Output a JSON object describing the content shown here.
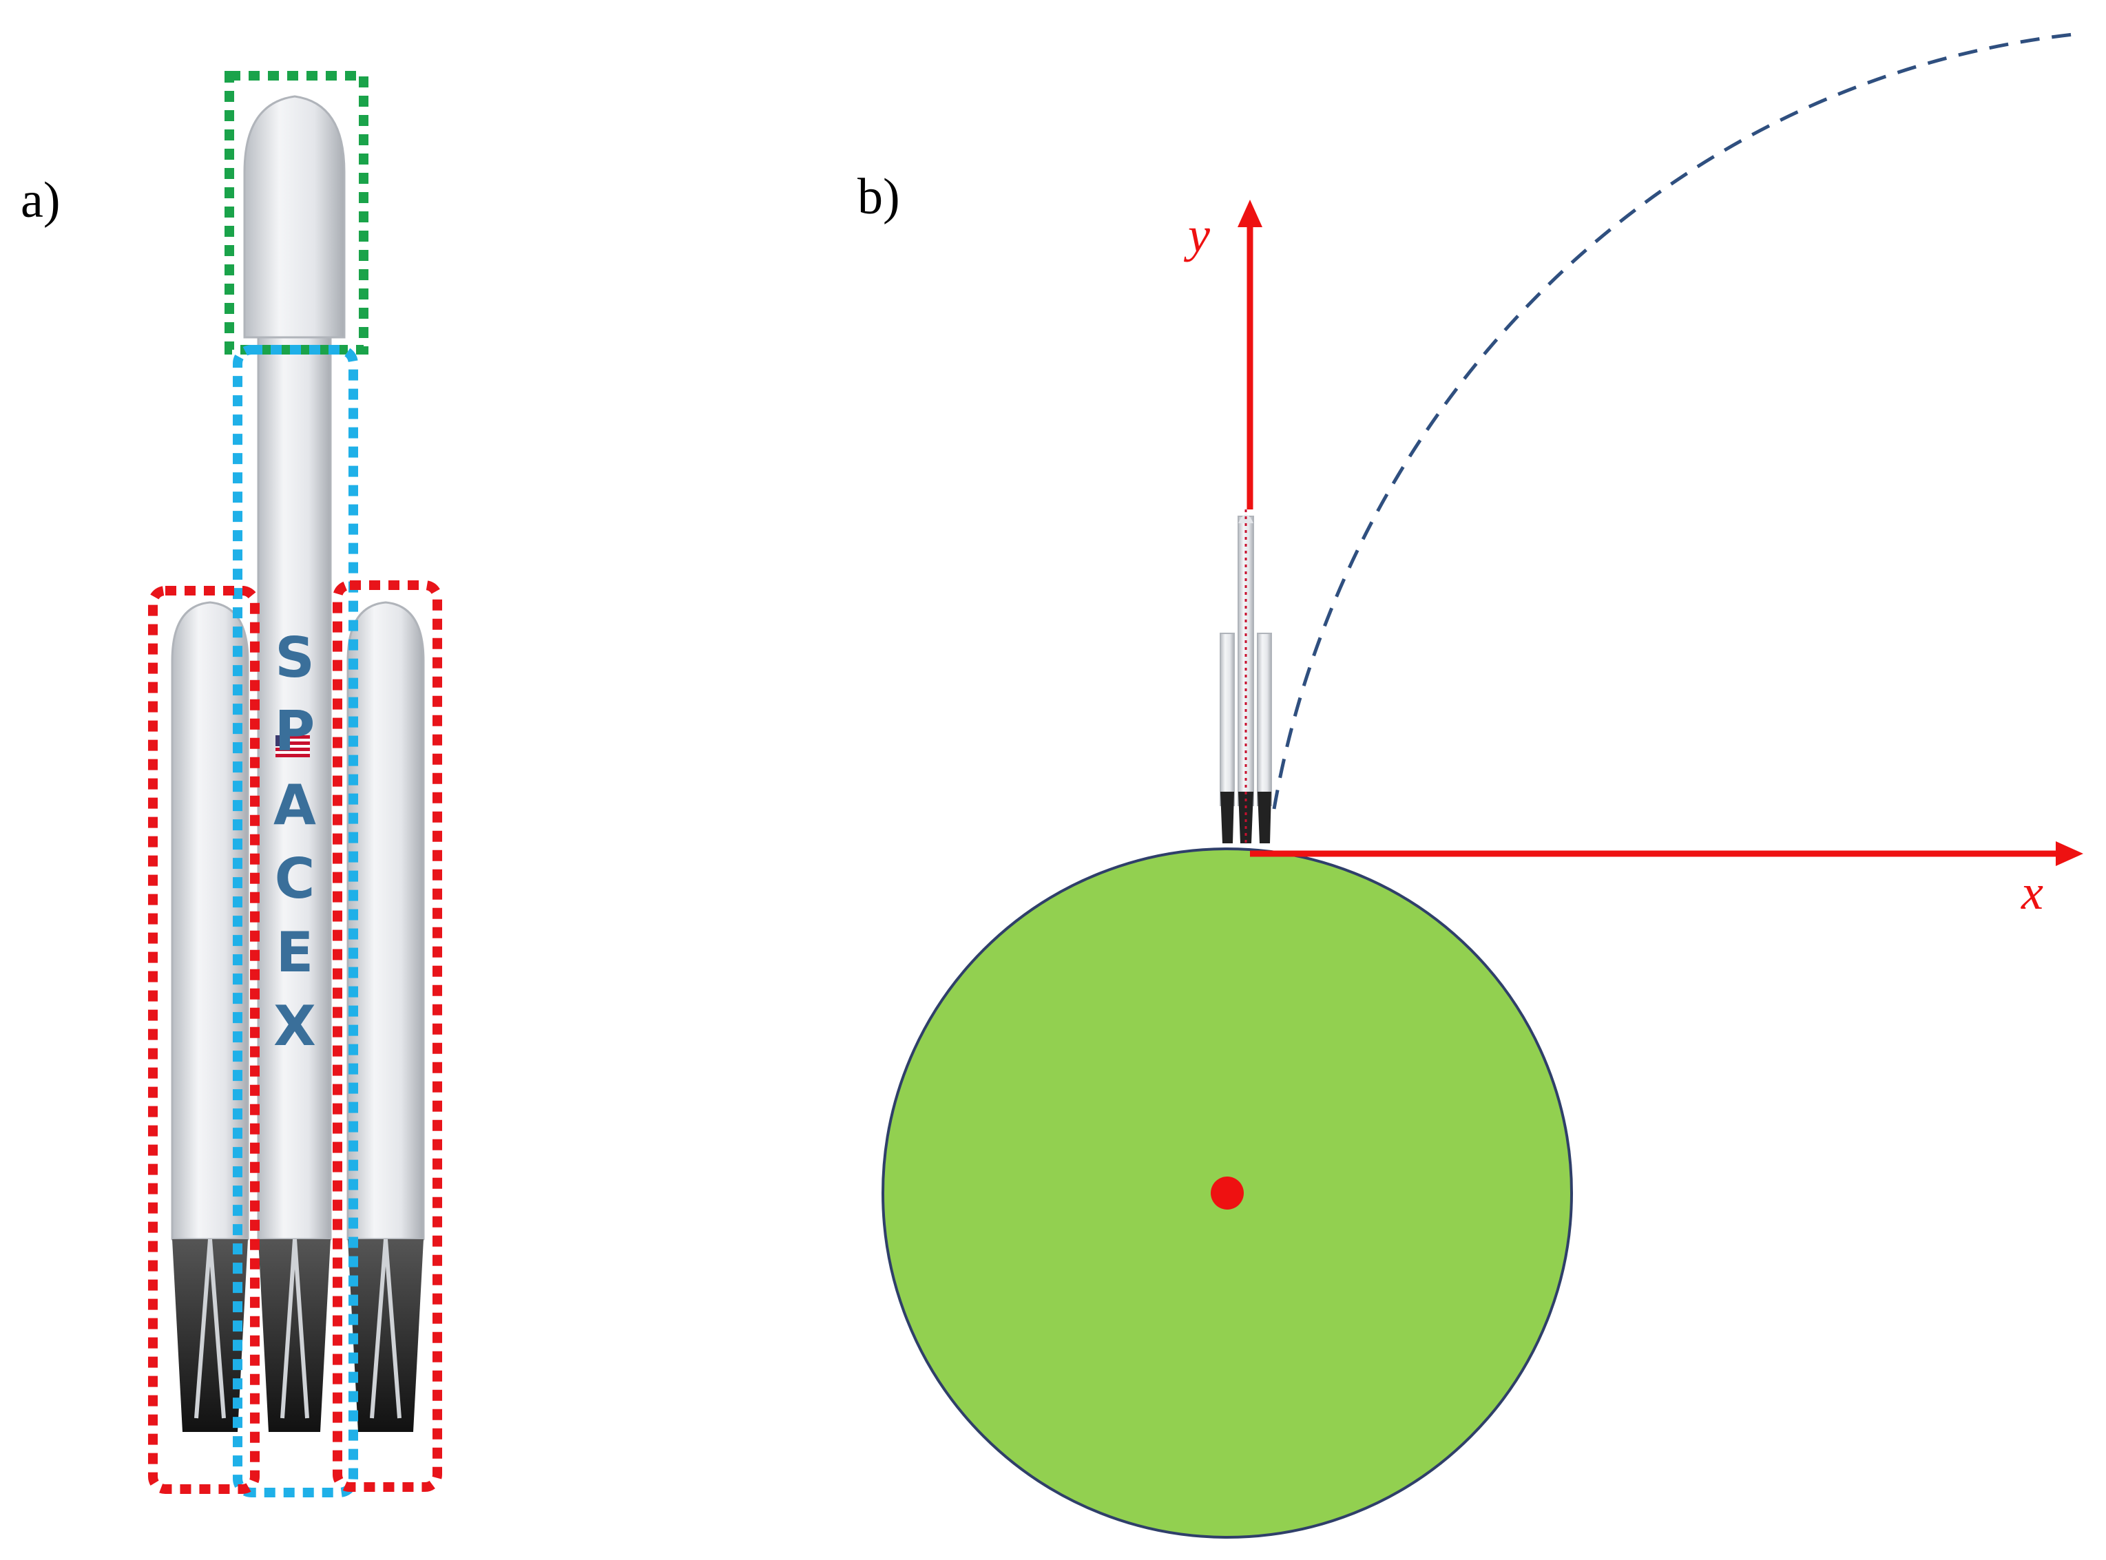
{
  "panels": {
    "a": {
      "label": "a)"
    },
    "b": {
      "label": "b)"
    }
  },
  "rocket": {
    "logo_text": "SPACEX"
  },
  "axes": {
    "x_label": "x",
    "y_label": "y",
    "color": "#ee1111"
  },
  "colors": {
    "payload_box": "#1aa34a",
    "core_box": "#1fb0e8",
    "booster_box": "#e8141a",
    "planet_fill": "#92d050",
    "planet_stroke": "#2f3f6a",
    "planet_center": "#ee1111",
    "trajectory": "#2f4f7f",
    "rocket_body": "#e9ebee",
    "engine": "#222222",
    "logo": "#3a6f9a"
  }
}
